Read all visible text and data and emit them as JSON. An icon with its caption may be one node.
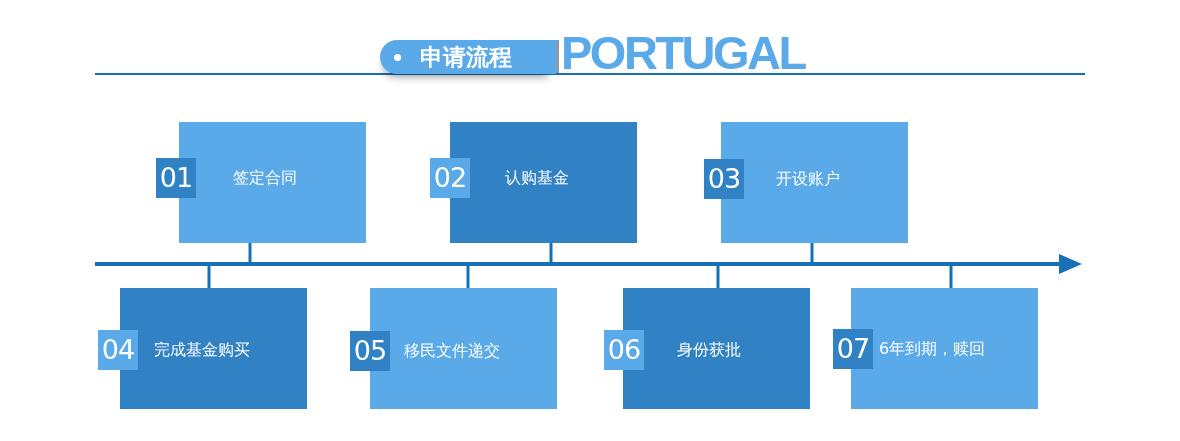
{
  "diagram": {
    "title": "申请流程",
    "nodes": [
      {
        "text": [
          "01",
          "签定合同"
        ]
      },
      {
        "text": [
          "02",
          "认购基金"
        ]
      },
      {
        "text": [
          "03",
          "开设账户"
        ]
      },
      {
        "text": [
          "04",
          "完成基金购买"
        ]
      },
      {
        "text": [
          "05",
          "移民文件递交"
        ]
      },
      {
        "text": [
          "06",
          "身份获批"
        ]
      },
      {
        "text": [
          "07",
          "6年到期，赎回"
        ]
      },
      {
        "text": [],
        "shape": "arrow"
      }
    ],
    "edges": [
      {
        "from": 0,
        "to": 7,
        "arrow": "none"
      },
      {
        "from": 1,
        "to": 7,
        "arrow": "none"
      },
      {
        "from": 2,
        "to": 7,
        "arrow": "none"
      },
      {
        "from": 3,
        "to": 7,
        "arrow": "none"
      },
      {
        "from": 4,
        "to": 7,
        "arrow": "none"
      },
      {
        "from": 5,
        "to": 7,
        "arrow": "none"
      },
      {
        "from": 6,
        "to": 7,
        "arrow": "none"
      }
    ],
    "labels": [
      "PORTUGAL"
    ]
  }
}
